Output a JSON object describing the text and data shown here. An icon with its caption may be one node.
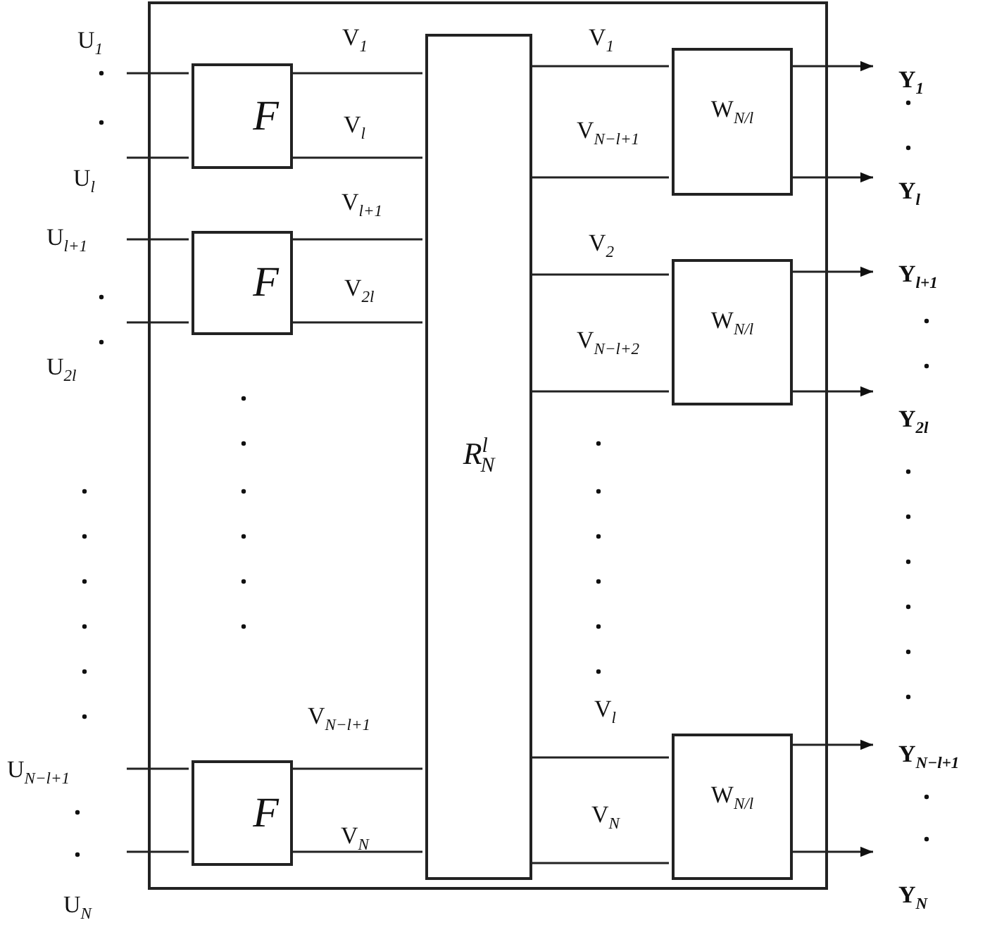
{
  "diagram": {
    "nodes": [
      {
        "text": [],
        "shape": "box"
      },
      {
        "text": [
          "F"
        ],
        "in": 0
      },
      {
        "text": [
          "F"
        ],
        "in": 0
      },
      {
        "text": [
          "F"
        ],
        "in": 0
      },
      {
        "text": [
          "R$^{l}$$_{N}$"
        ],
        "in": 0
      },
      {
        "text": [
          "W$_{N/l}$"
        ],
        "in": 0
      },
      {
        "text": [
          "W$_{N/l}$"
        ],
        "in": 0
      },
      {
        "text": [
          "W$_{N/l}$"
        ],
        "in": 0
      },
      {
        "text": [
          "Y$_{1}$"
        ]
      },
      {
        "text": [
          "Y$_{l}$"
        ]
      },
      {
        "text": [
          "Y$_{l+1}$"
        ]
      },
      {
        "text": [
          "Y$_{2l}$"
        ]
      },
      {
        "text": [
          "Y$_{N−l+1}$"
        ]
      },
      {
        "text": [
          "Y$_{N}$"
        ]
      }
    ],
    "edges": [
      {
        "from": null,
        "to": 1,
        "arrow": "none"
      },
      {
        "from": null,
        "to": 1,
        "arrow": "none"
      },
      {
        "from": null,
        "to": 2,
        "arrow": "none"
      },
      {
        "from": null,
        "to": 2,
        "arrow": "none"
      },
      {
        "from": null,
        "to": 3,
        "arrow": "none"
      },
      {
        "from": null,
        "to": 3,
        "arrow": "none"
      },
      {
        "from": 1,
        "to": 4,
        "arrow": "none",
        "label": "V$_{1}$"
      },
      {
        "from": 1,
        "to": 4,
        "arrow": "none",
        "label": "V$_{l}$"
      },
      {
        "from": 2,
        "to": 4,
        "arrow": "none",
        "label": "V$_{l+1}$"
      },
      {
        "from": 2,
        "to": 4,
        "arrow": "none",
        "label": "V$_{2l}$"
      },
      {
        "from": 3,
        "to": 4,
        "arrow": "none",
        "label": "V$_{N−l+1}$"
      },
      {
        "from": 3,
        "to": 4,
        "arrow": "none",
        "label": "V$_{N}$"
      },
      {
        "from": 4,
        "to": 5,
        "arrow": "none",
        "label": "V$_{1}$"
      },
      {
        "from": 4,
        "to": 5,
        "arrow": "none",
        "label": "V$_{N−l+1}$"
      },
      {
        "from": 4,
        "to": 6,
        "arrow": "none",
        "label": "V$_{2}$"
      },
      {
        "from": 4,
        "to": 6,
        "arrow": "none",
        "label": "V$_{N−l+2}$"
      },
      {
        "from": 4,
        "to": 7,
        "arrow": "none",
        "label": "V$_{l}$"
      },
      {
        "from": 4,
        "to": 7,
        "arrow": "none",
        "label": "V$_{N}$"
      },
      {
        "from": 5,
        "to": 8,
        "arrow": "to"
      },
      {
        "from": 5,
        "to": 9,
        "arrow": "to"
      },
      {
        "from": 6,
        "to": 10,
        "arrow": "to"
      },
      {
        "from": 6,
        "to": 11,
        "arrow": "to"
      },
      {
        "from": 7,
        "to": 12,
        "arrow": "to"
      },
      {
        "from": 7,
        "to": 13,
        "arrow": "to"
      }
    ],
    "labels": [
      "U$_{1}$",
      "U$_{l}$",
      "U$_{l+1}$",
      "U$_{2l}$",
      "U$_{N−l+1}$",
      "U$_{N}$"
    ]
  }
}
